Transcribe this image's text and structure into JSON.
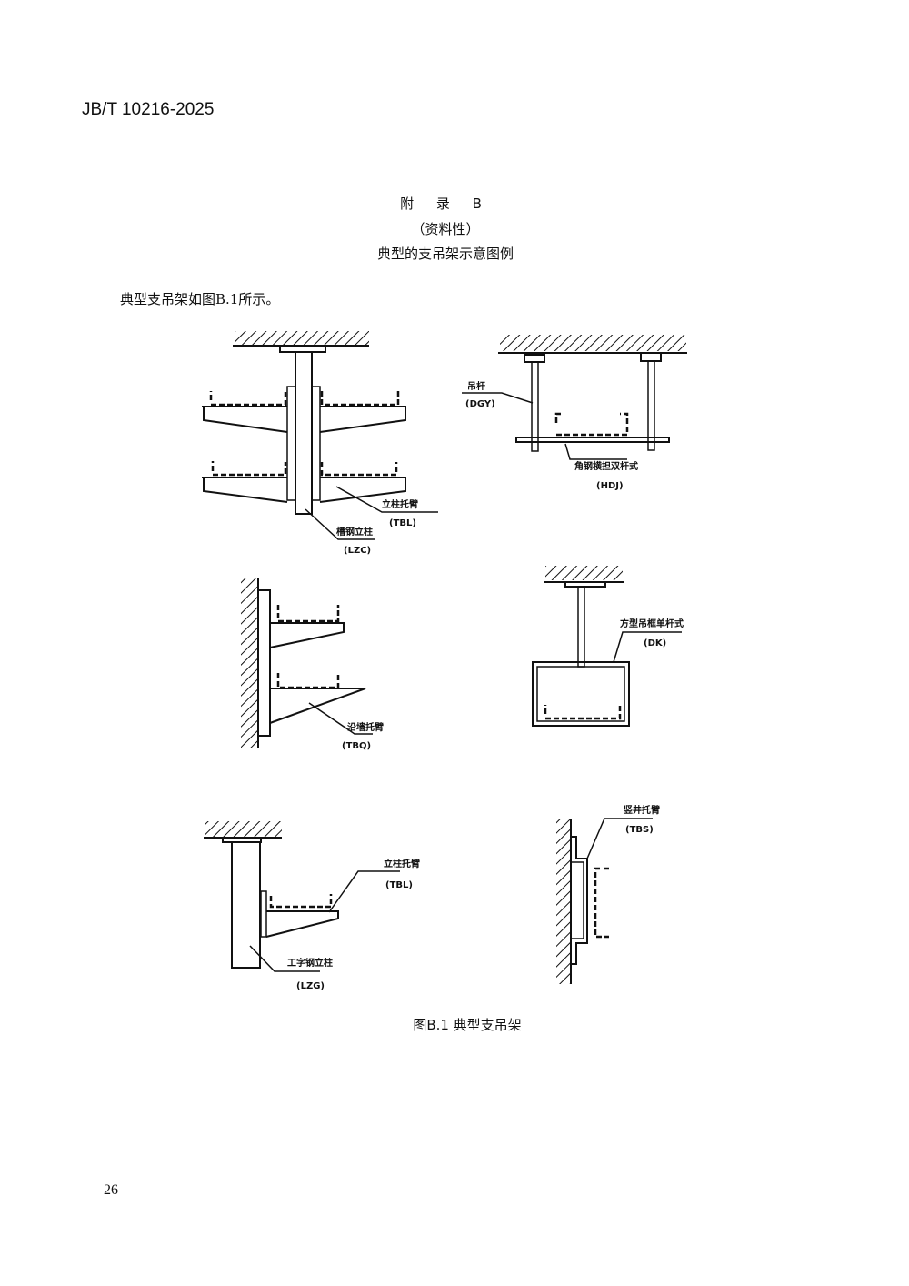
{
  "header": {
    "doc_id": "JB/T 10216-2025"
  },
  "title": {
    "appendix": "附 录 B",
    "nature": "（资料性）",
    "name": "典型的支吊架示意图例"
  },
  "intro": "典型支吊架如图B.1所示。",
  "figure": {
    "labels": {
      "tbl_1": "立柱托臂",
      "tbl_1_code": "(TBL)",
      "lzc": "槽钢立柱",
      "lzc_code": "(LZC)",
      "dgy": "吊杆",
      "dgy_code": "(DGY)",
      "hdj": "角钢横担双杆式",
      "hdj_code": "(HDJ)",
      "tbq": "沿墙托臂",
      "tbq_code": "(TBQ)",
      "dk": "方型吊框单杆式",
      "dk_code": "(DK)",
      "tbl_2": "立柱托臂",
      "tbl_2_code": "(TBL)",
      "lzg": "工字钢立柱",
      "lzg_code": "(LZG)",
      "tbs": "竖井托臂",
      "tbs_code": "(TBS)"
    },
    "caption": "图B.1 典型支吊架"
  },
  "footer": {
    "page_number": "26"
  }
}
